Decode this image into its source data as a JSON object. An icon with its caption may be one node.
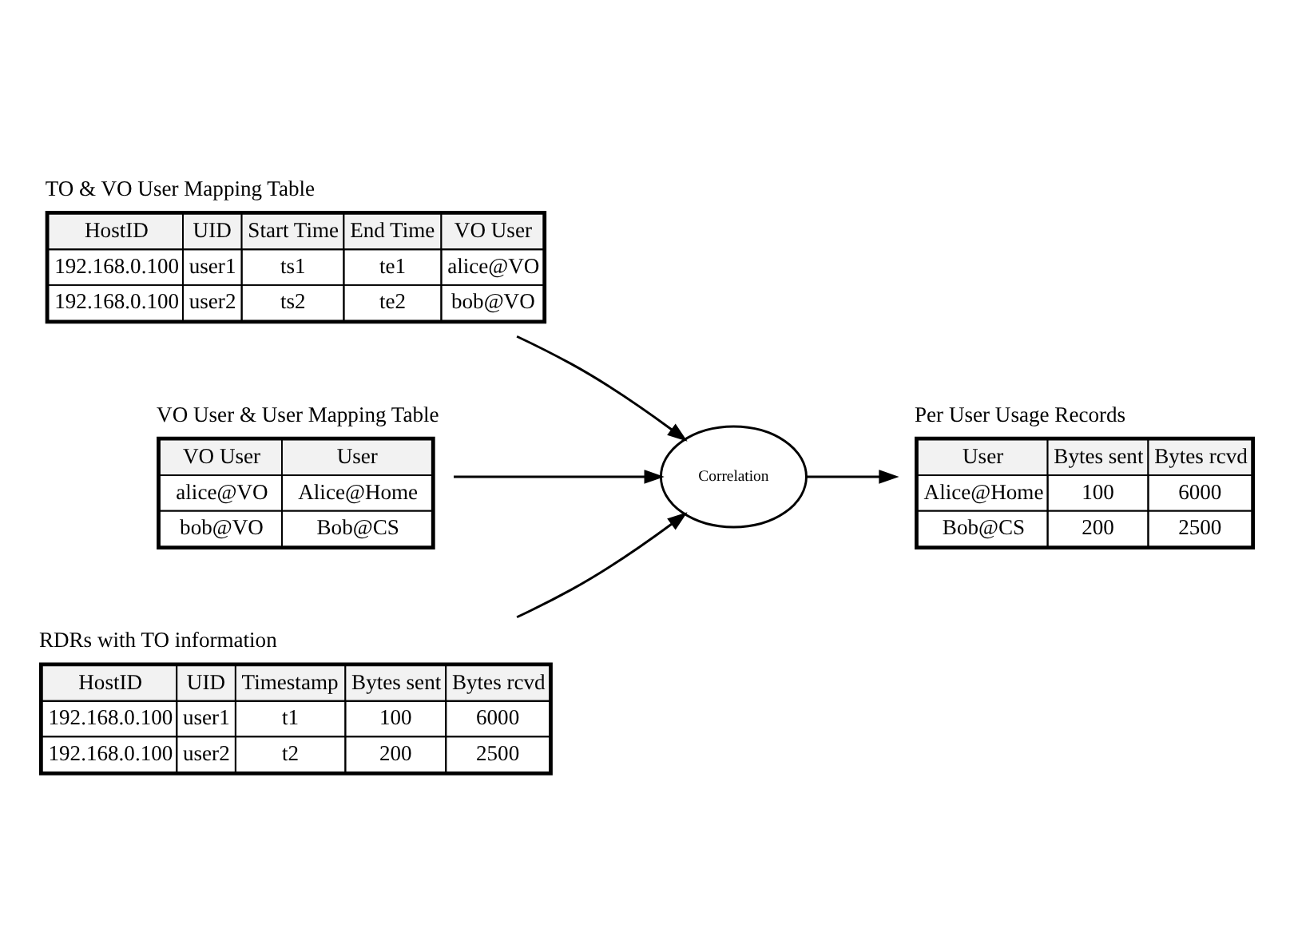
{
  "diagram": {
    "nodes": [
      {
        "text": [
          "TO & VO User Mapping Table",
          "HostID",
          "UID",
          "Start Time",
          "End Time",
          "VO User",
          "192.168.0.100",
          "user1",
          "ts1",
          "te1",
          "alice@VO",
          "192.168.0.100",
          "user2",
          "ts2",
          "te2",
          "bob@VO"
        ]
      },
      {
        "text": [
          "VO User & User Mapping Table",
          "VO User",
          "User",
          "alice@VO",
          "Alice@Home",
          "bob@VO",
          "Bob@CS"
        ]
      },
      {
        "text": [
          "Correlation"
        ]
      },
      {
        "text": [
          "Per User Usage Records",
          "User",
          "Bytes sent",
          "Bytes rcvd",
          "Alice@Home",
          "100",
          "6000",
          "Bob@CS",
          "200",
          "2500"
        ]
      },
      {
        "text": [
          "RDRs with TO information",
          "HostID",
          "UID",
          "Timestamp",
          "Bytes sent",
          "Bytes rcvd",
          "192.168.0.100",
          "user1",
          "t1",
          "100",
          "6000",
          "192.168.0.100",
          "user2",
          "t2",
          "200",
          "2500"
        ]
      }
    ],
    "edges": [
      {
        "from": 0,
        "to": 2,
        "arrow": "to"
      },
      {
        "from": 1,
        "to": 2,
        "arrow": "to"
      },
      {
        "from": 4,
        "to": 2,
        "arrow": "to"
      },
      {
        "from": 2,
        "to": 3,
        "arrow": "to"
      }
    ]
  }
}
